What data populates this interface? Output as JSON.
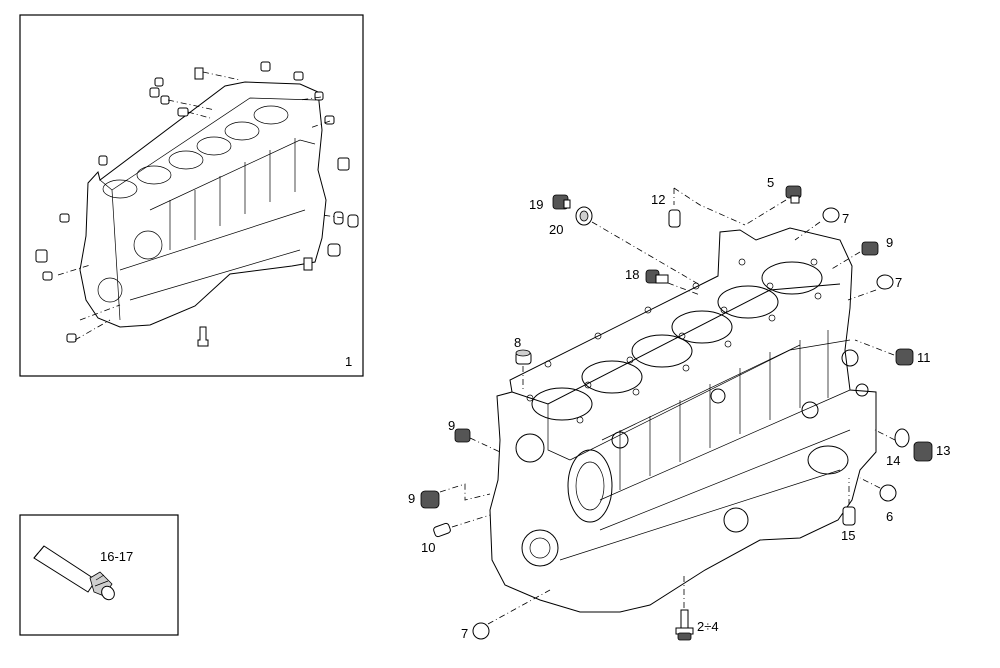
{
  "overview_panel": {
    "label": "1"
  },
  "sealant_panel": {
    "label": "16-17"
  },
  "callouts": {
    "c19": "19",
    "c20": "20",
    "c12": "12",
    "c5": "5",
    "c7a": "7",
    "c9a": "9",
    "c18": "18",
    "c7b": "7",
    "c11": "11",
    "c8": "8",
    "c9b": "9",
    "c14": "14",
    "c13": "13",
    "c9c": "9",
    "c6": "6",
    "c15": "15",
    "c10": "10",
    "c2_4": "2÷4",
    "c7c": "7"
  }
}
